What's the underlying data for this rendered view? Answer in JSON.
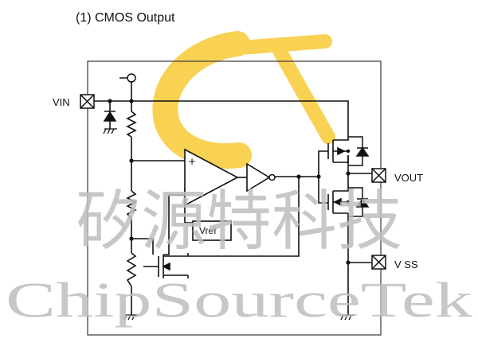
{
  "title": "(1) CMOS Output",
  "pins": {
    "vin": "VIN",
    "vout": "VOUT",
    "vss": "V SS"
  },
  "components": {
    "vref": "Vref"
  },
  "watermark": {
    "chinese": "矽源特科技",
    "english": "ChipSourceTek"
  },
  "colors": {
    "line": "#111111",
    "watermark_text": "#bdbdbd",
    "logo_yellow": "#f7c21a",
    "frame": "#444444"
  }
}
